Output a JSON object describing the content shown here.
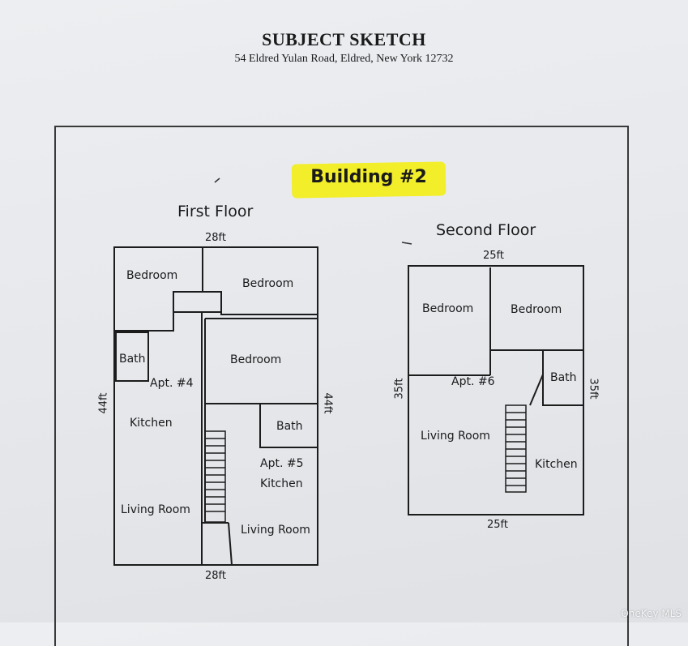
{
  "header": {
    "title": "SUBJECT SKETCH",
    "address": "54 Eldred Yulan Road, Eldred, New York  12732"
  },
  "building_label": "Building #2",
  "first_floor": {
    "title": "First Floor",
    "dims": {
      "top": "28ft",
      "bottom": "28ft",
      "left": "44ft",
      "right": "44ft"
    },
    "rooms": {
      "bedroom_a": "Bedroom",
      "bedroom_b": "Bedroom",
      "bedroom_c": "Bedroom",
      "bath_a": "Bath",
      "apt4": "Apt. #4",
      "kitchen_a": "Kitchen",
      "living_a": "Living Room",
      "bath_b": "Bath",
      "apt5": "Apt. #5",
      "kitchen_b": "Kitchen",
      "living_b": "Living Room"
    }
  },
  "second_floor": {
    "title": "Second Floor",
    "dims": {
      "top": "25ft",
      "bottom": "25ft",
      "left": "35ft",
      "right": "35ft"
    },
    "rooms": {
      "bedroom_a": "Bedroom",
      "bedroom_b": "Bedroom",
      "apt6": "Apt. #6",
      "bath": "Bath",
      "living": "Living Room",
      "kitchen": "Kitchen"
    }
  },
  "watermark": "OneKey MLS",
  "colors": {
    "highlight": "#f2ee2a",
    "ink": "#1a1a1a"
  }
}
